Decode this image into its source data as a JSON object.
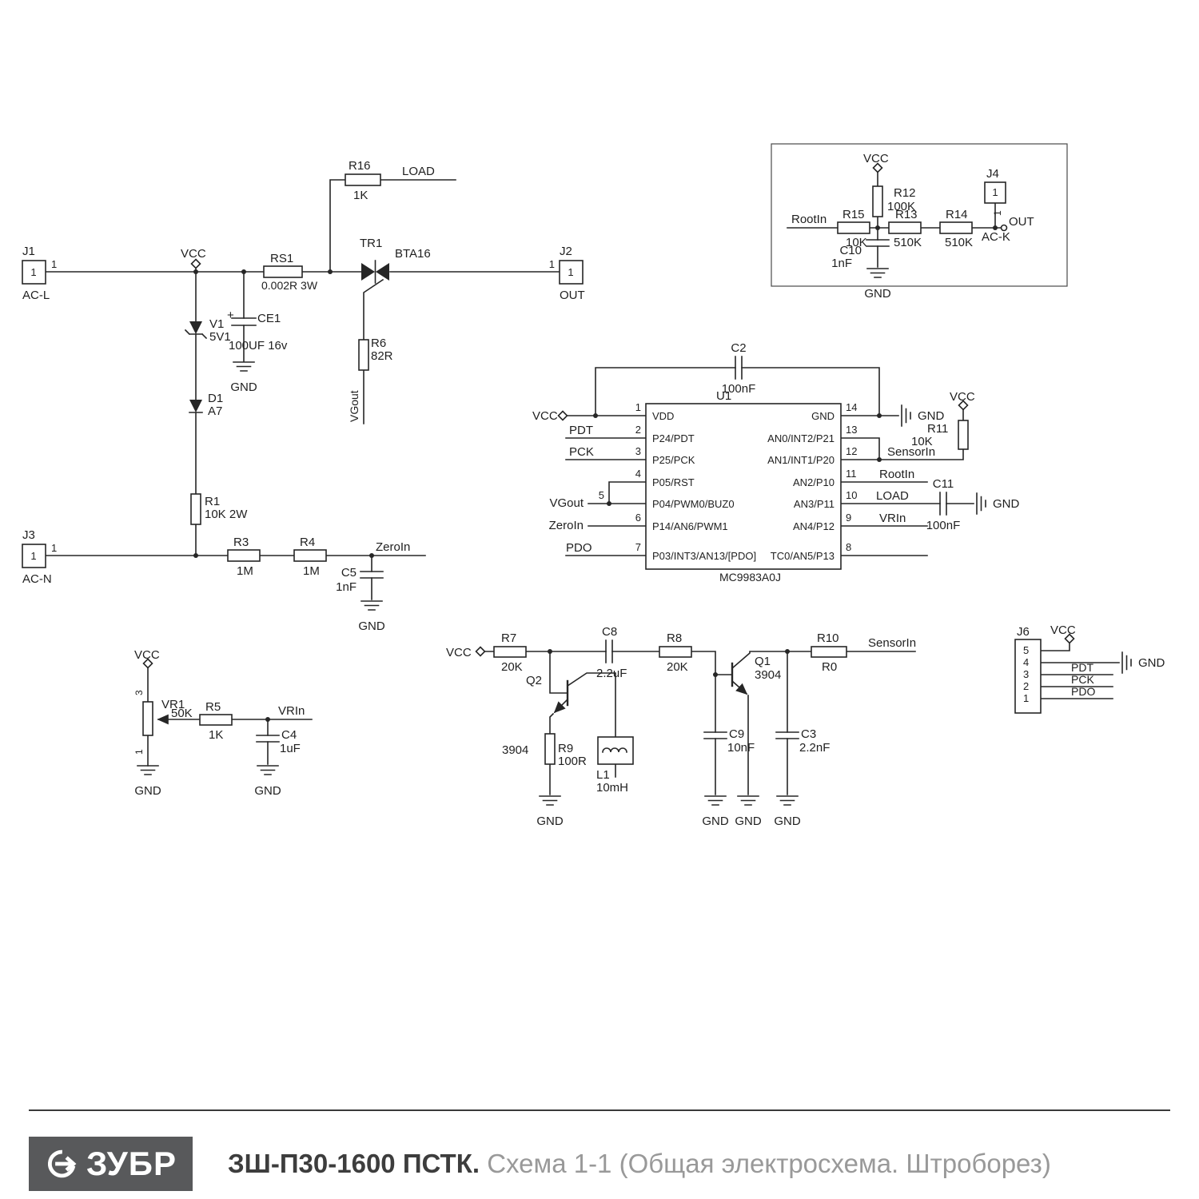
{
  "nets": {
    "vcc": "VCC",
    "gnd": "GND",
    "load": "LOAD",
    "vgout": "VGout",
    "zeroin": "ZeroIn",
    "pdt": "PDT",
    "pck": "PCK",
    "pdo": "PDO",
    "vrin": "VRIn",
    "sensorin": "SensorIn",
    "rootin": "RootIn",
    "out": "OUT"
  },
  "connectors": {
    "j1": {
      "ref": "J1",
      "pin": "1",
      "net": "AC-L"
    },
    "j2": {
      "ref": "J2",
      "pin": "1",
      "net": "OUT"
    },
    "j3": {
      "ref": "J3",
      "pin": "1",
      "net": "AC-N"
    },
    "j4": {
      "ref": "J4",
      "pin": "1",
      "net": "AC-K"
    },
    "j6": {
      "ref": "J6",
      "pins": [
        "5",
        "4",
        "3",
        "2",
        "1"
      ]
    }
  },
  "parts": {
    "rs1": {
      "ref": "RS1",
      "value": "0.002R 3W"
    },
    "r1": {
      "ref": "R1",
      "value": "10K 2W"
    },
    "r3": {
      "ref": "R3",
      "value": "1M"
    },
    "r4": {
      "ref": "R4",
      "value": "1M"
    },
    "r5": {
      "ref": "R5",
      "value": "1K"
    },
    "r6": {
      "ref": "R6",
      "value": "82R"
    },
    "r7": {
      "ref": "R7",
      "value": "20K"
    },
    "r8": {
      "ref": "R8",
      "value": "20K"
    },
    "r9": {
      "ref": "R9",
      "value": "100R"
    },
    "r10": {
      "ref": "R10",
      "value": "R0"
    },
    "r11": {
      "ref": "R11",
      "value": "10K"
    },
    "r12": {
      "ref": "R12",
      "value": "100K"
    },
    "r13": {
      "ref": "R13",
      "value": "510K"
    },
    "r14": {
      "ref": "R14",
      "value": "510K"
    },
    "r15": {
      "ref": "R15",
      "value": "10K"
    },
    "r16": {
      "ref": "R16",
      "value": "1K"
    },
    "c2": {
      "ref": "C2",
      "value": "100nF"
    },
    "c3": {
      "ref": "C3",
      "value": "2.2nF"
    },
    "c4": {
      "ref": "C4",
      "value": "1uF"
    },
    "c5": {
      "ref": "C5",
      "value": "1nF"
    },
    "c8": {
      "ref": "C8",
      "value": "2.2uF"
    },
    "c9": {
      "ref": "C9",
      "value": "10nF"
    },
    "c10": {
      "ref": "C10",
      "value": "1nF"
    },
    "c11": {
      "ref": "C11",
      "value": "100nF"
    },
    "ce1": {
      "ref": "CE1",
      "value": "100UF 16v",
      "polarity": "+"
    },
    "v1": {
      "ref": "V1",
      "value": "5V1"
    },
    "d1": {
      "ref": "D1",
      "value": "A7"
    },
    "tr1": {
      "ref": "TR1",
      "value": "BTA16"
    },
    "q1": {
      "ref": "Q1",
      "value": "3904"
    },
    "q2": {
      "ref": "Q2",
      "value": "3904"
    },
    "vr1": {
      "ref": "VR1",
      "value": "50K",
      "pin_top": "3",
      "pin_bottom": "1"
    },
    "l1": {
      "ref": "L1",
      "value": "10mH"
    },
    "u1": {
      "ref": "U1",
      "part": "MC9983A0J",
      "left_pins": [
        {
          "num": "1",
          "name": "VDD"
        },
        {
          "num": "2",
          "name": "P24/PDT"
        },
        {
          "num": "3",
          "name": "P25/PCK"
        },
        {
          "num": "4",
          "name": "P05/RST"
        },
        {
          "num": "5",
          "name": "P04/PWM0/BUZ0"
        },
        {
          "num": "6",
          "name": "P14/AN6/PWM1"
        },
        {
          "num": "7",
          "name": "P03/INT3/AN13/[PDO]"
        }
      ],
      "right_pins": [
        {
          "num": "14",
          "name": "GND"
        },
        {
          "num": "13",
          "name": "AN0/INT2/P21"
        },
        {
          "num": "12",
          "name": "AN1/INT1/P20"
        },
        {
          "num": "11",
          "name": "AN2/P10"
        },
        {
          "num": "10",
          "name": "AN3/P11"
        },
        {
          "num": "9",
          "name": "AN4/P12"
        },
        {
          "num": "8",
          "name": "TC0/AN5/P13"
        }
      ]
    }
  },
  "footer": {
    "brand": "ЗУБР",
    "model": "ЗШ-П30-1600 ПСТК.",
    "subtitle": "Схема 1-1 (Общая электросхема. Штроборез)"
  }
}
